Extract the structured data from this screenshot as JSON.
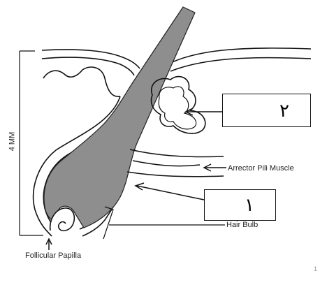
{
  "labels": {
    "arrector": "Arrector Pili Muscle",
    "bulb": "Hair Bulb",
    "papilla": "Follicular Papilla",
    "scale": "4 MM"
  },
  "boxes": {
    "box_2": "٢",
    "box_1": "١"
  },
  "corner_mark": "1",
  "colors": {
    "hair_shaft": "#8e8e8e",
    "line": "#111111",
    "background": "#ffffff"
  }
}
